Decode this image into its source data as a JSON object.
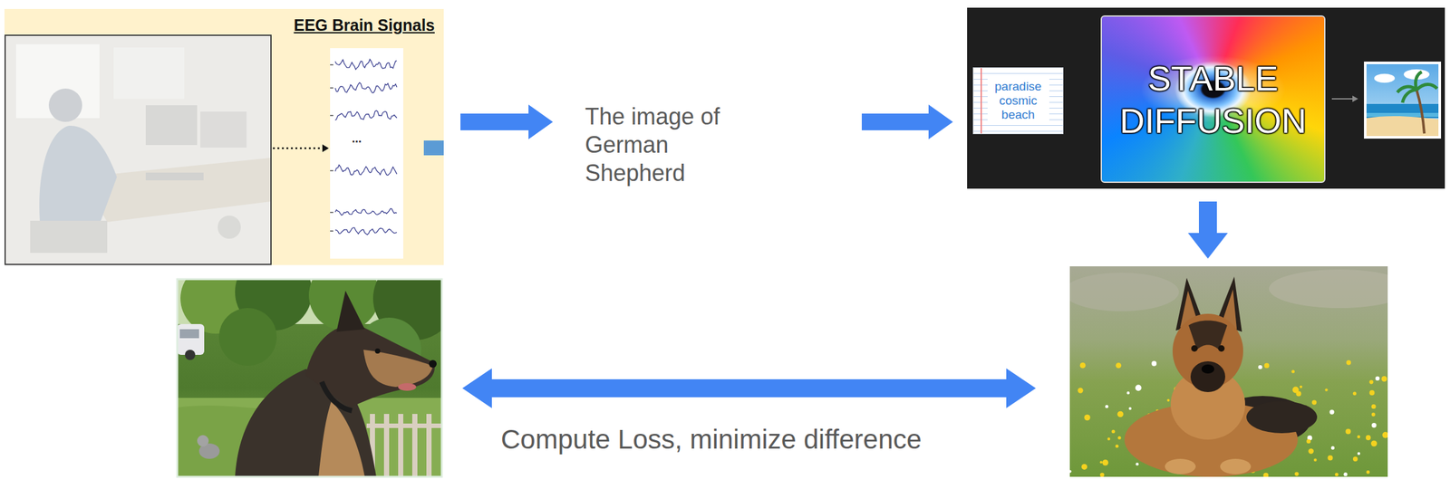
{
  "diagram": {
    "nodes": [
      {
        "text": [
          "EEG Brain Signals"
        ]
      },
      {
        "text": [
          "The image of German Shepherd"
        ]
      },
      {
        "text": []
      },
      {
        "text": [
          "paradise cosmic beach"
        ],
        "in": 2
      },
      {
        "text": [
          "STABLE DIFFUSION"
        ],
        "in": 2
      }
    ],
    "edges": [
      {
        "from": 0,
        "to": 1,
        "arrow": "to"
      },
      {
        "from": 1,
        "to": 2,
        "arrow": "to"
      },
      {
        "from": 3,
        "to": 4,
        "arrow": "to"
      }
    ],
    "labels": [
      "...",
      "Compute Loss, minimize difference"
    ]
  }
}
